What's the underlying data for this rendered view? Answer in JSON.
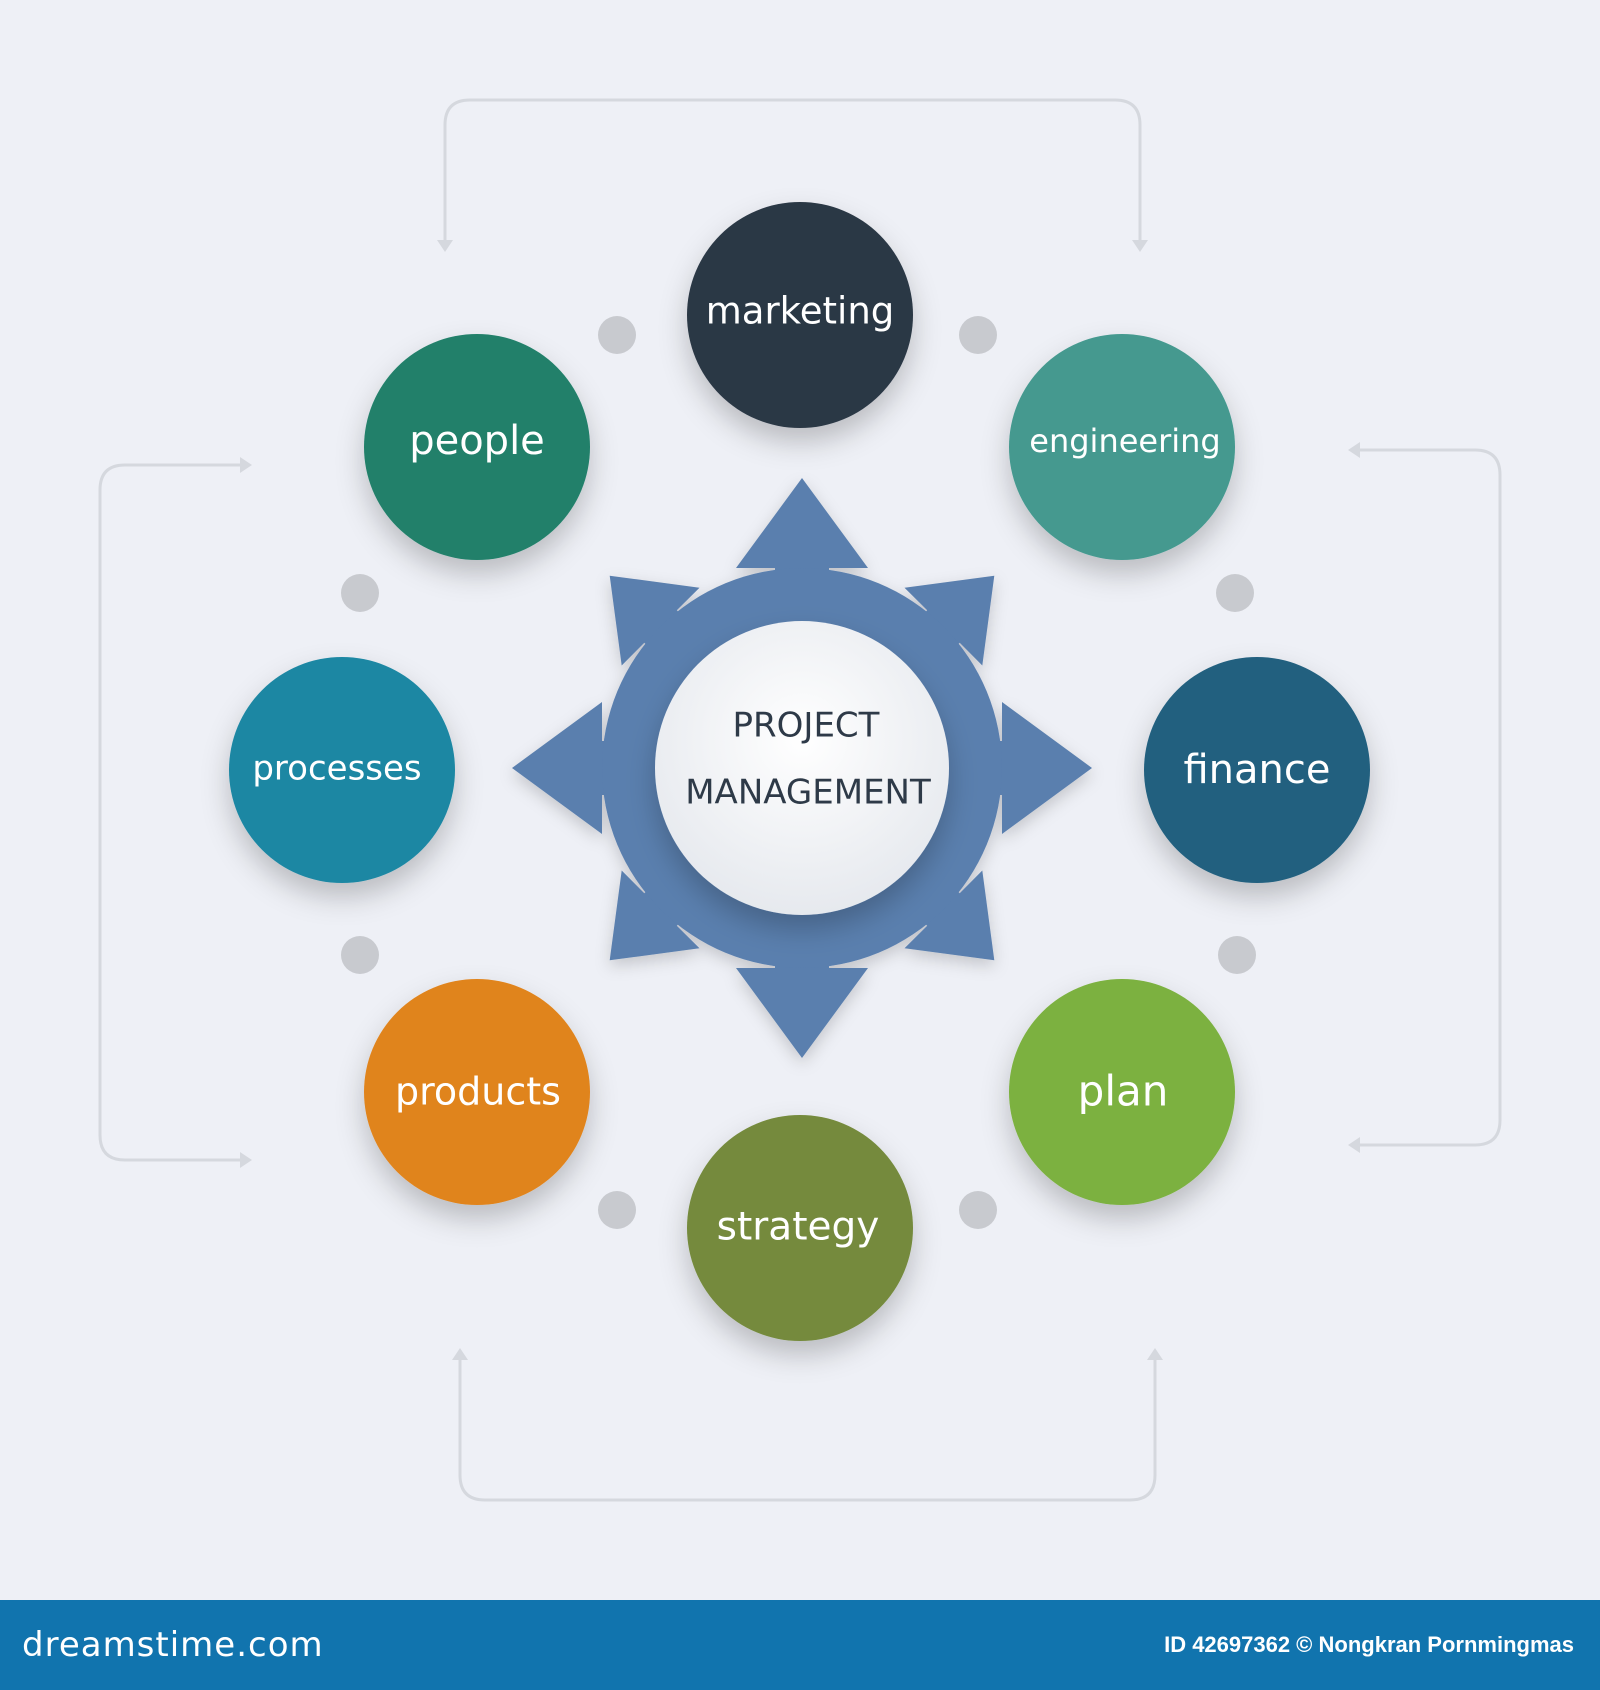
{
  "diagram": {
    "center": {
      "line1": "PROJECT",
      "line2": "MANAGEMENT"
    },
    "nodes": [
      {
        "id": "marketing",
        "label": "marketing",
        "color": "#2b3745"
      },
      {
        "id": "engineering",
        "label": "engineering",
        "color": "#44998f"
      },
      {
        "id": "finance",
        "label": "finance",
        "color": "#23607f"
      },
      {
        "id": "plan",
        "label": "plan",
        "color": "#7bb13f"
      },
      {
        "id": "strategy",
        "label": "strategy",
        "color": "#748a3c"
      },
      {
        "id": "products",
        "label": "products",
        "color": "#e0841f"
      },
      {
        "id": "processes",
        "label": "processes",
        "color": "#1d87a3"
      },
      {
        "id": "people",
        "label": "people",
        "color": "#22806a"
      }
    ],
    "colors": {
      "background": "#eef0f6",
      "hub": "#5a7fae",
      "center_disc": "#ffffff",
      "connector_dot": "#c8cacf",
      "loop_line": "#d5d8de"
    }
  },
  "footer": {
    "brand": "dreamstime.com",
    "credit": "ID 42697362 © Nongkran Pornmingmas",
    "color": "#1174ae"
  }
}
